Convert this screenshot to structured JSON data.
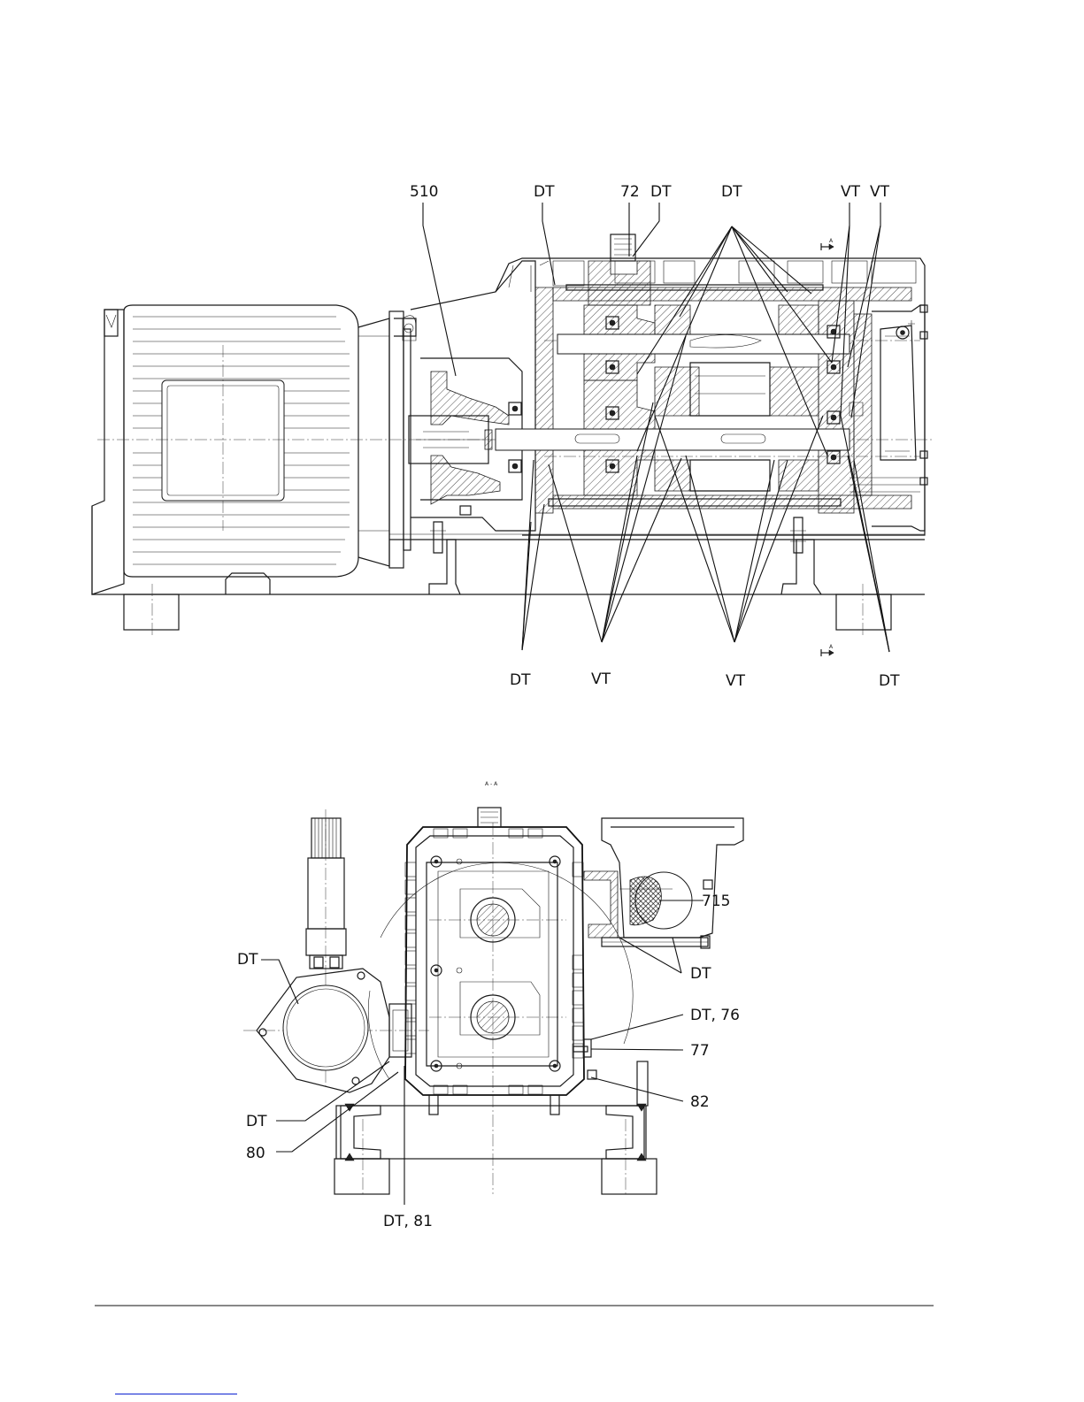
{
  "top_view": {
    "labels": {
      "label_510": "510",
      "label_dt_top_1": "DT",
      "label_72": "72",
      "label_dt_top_2": "DT",
      "label_dt_top_3": "DT",
      "label_vt_top_1": "VT",
      "label_vt_top_2": "VT",
      "label_dt_bottom_1": "DT",
      "label_vt_bottom_1": "VT",
      "label_vt_bottom_2": "VT",
      "label_dt_bottom_2": "DT"
    },
    "section_marker": "A"
  },
  "section_view": {
    "title": "A - A",
    "labels": {
      "label_715": "715",
      "label_dt_right": "DT",
      "label_dt_76": "DT, 76",
      "label_77": "77",
      "label_82": "82",
      "label_dt_left_top": "DT",
      "label_dt_left_bottom": "DT",
      "label_80": "80",
      "label_dt_81": "DT, 81"
    }
  }
}
